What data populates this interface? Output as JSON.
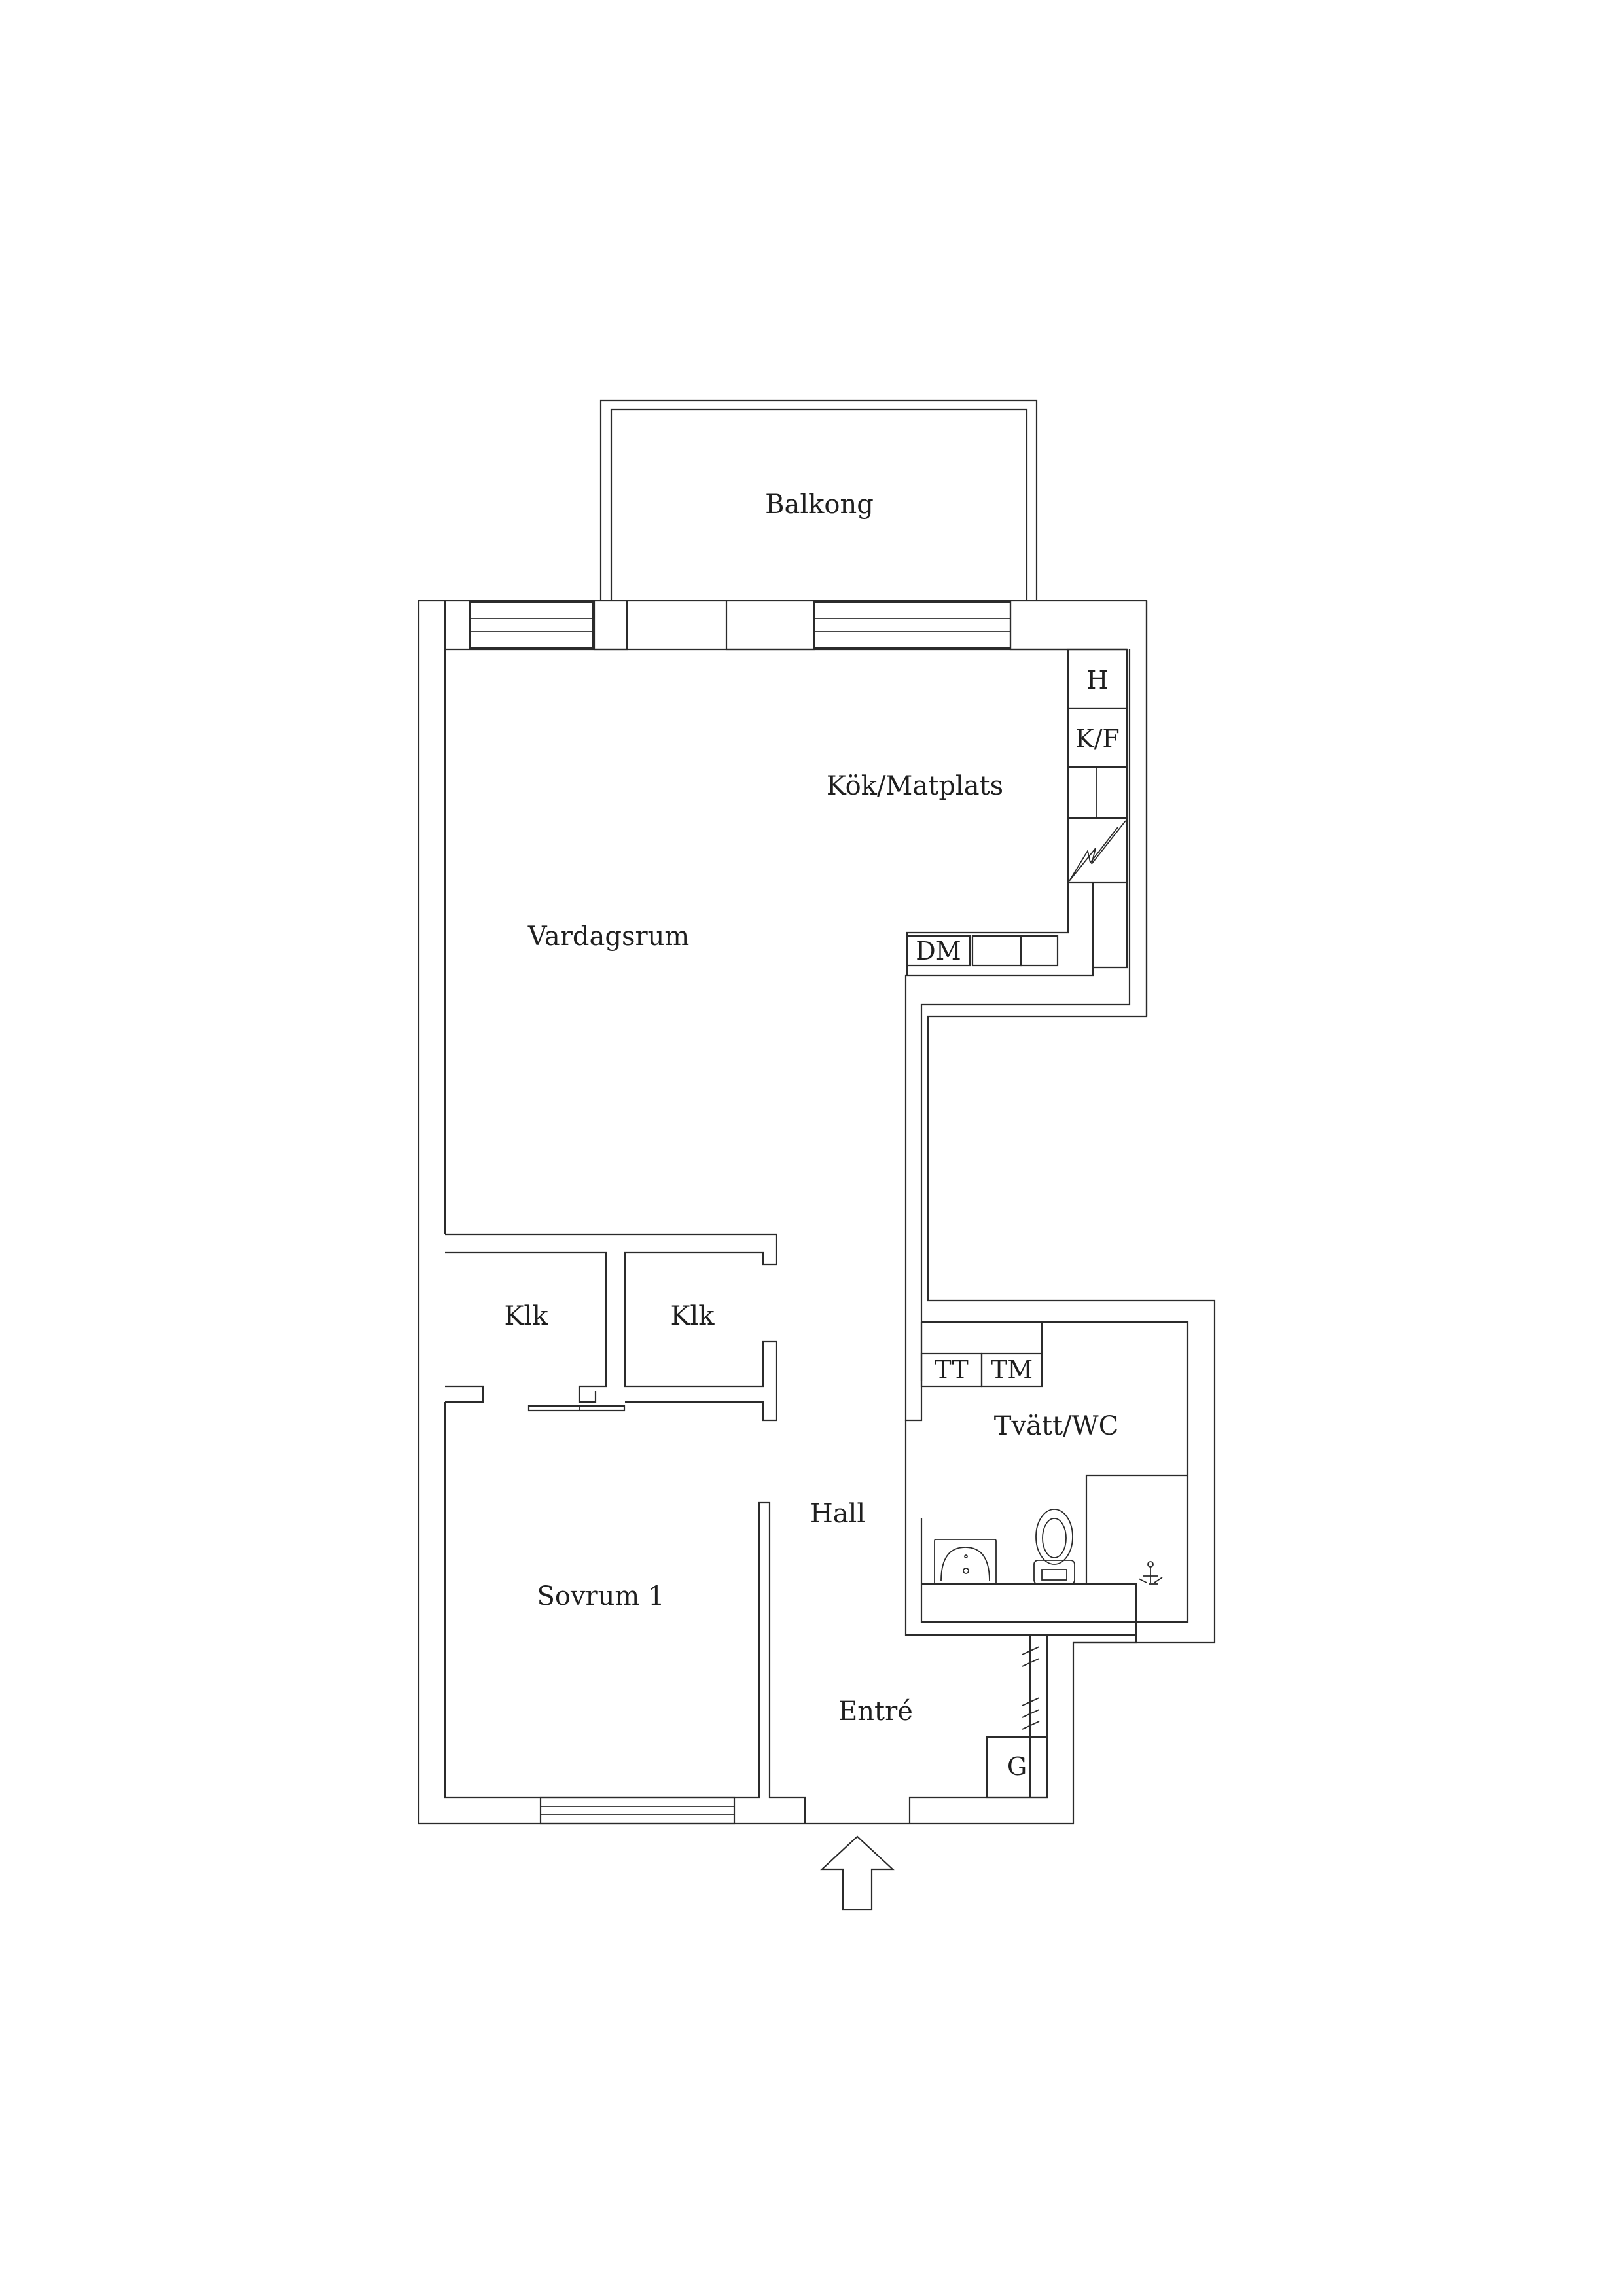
{
  "rooms": {
    "balkong": "Balkong",
    "kok": "Kök/Matplats",
    "vardagsrum": "Vardagsrum",
    "klk1": "Klk",
    "klk2": "Klk",
    "tvatt": "Tvätt/WC",
    "hall": "Hall",
    "sovrum": "Sovrum 1",
    "entre": "Entré"
  },
  "fixtures": {
    "h": "H",
    "kf": "K/F",
    "dm": "DM",
    "tt": "TT",
    "tm": "TM",
    "g": "G"
  },
  "icons": {
    "stove": "stove-icon",
    "sink": "sink-icon",
    "toilet": "toilet-icon",
    "shower": "shower-icon",
    "entrance": "entrance-arrow-icon"
  }
}
